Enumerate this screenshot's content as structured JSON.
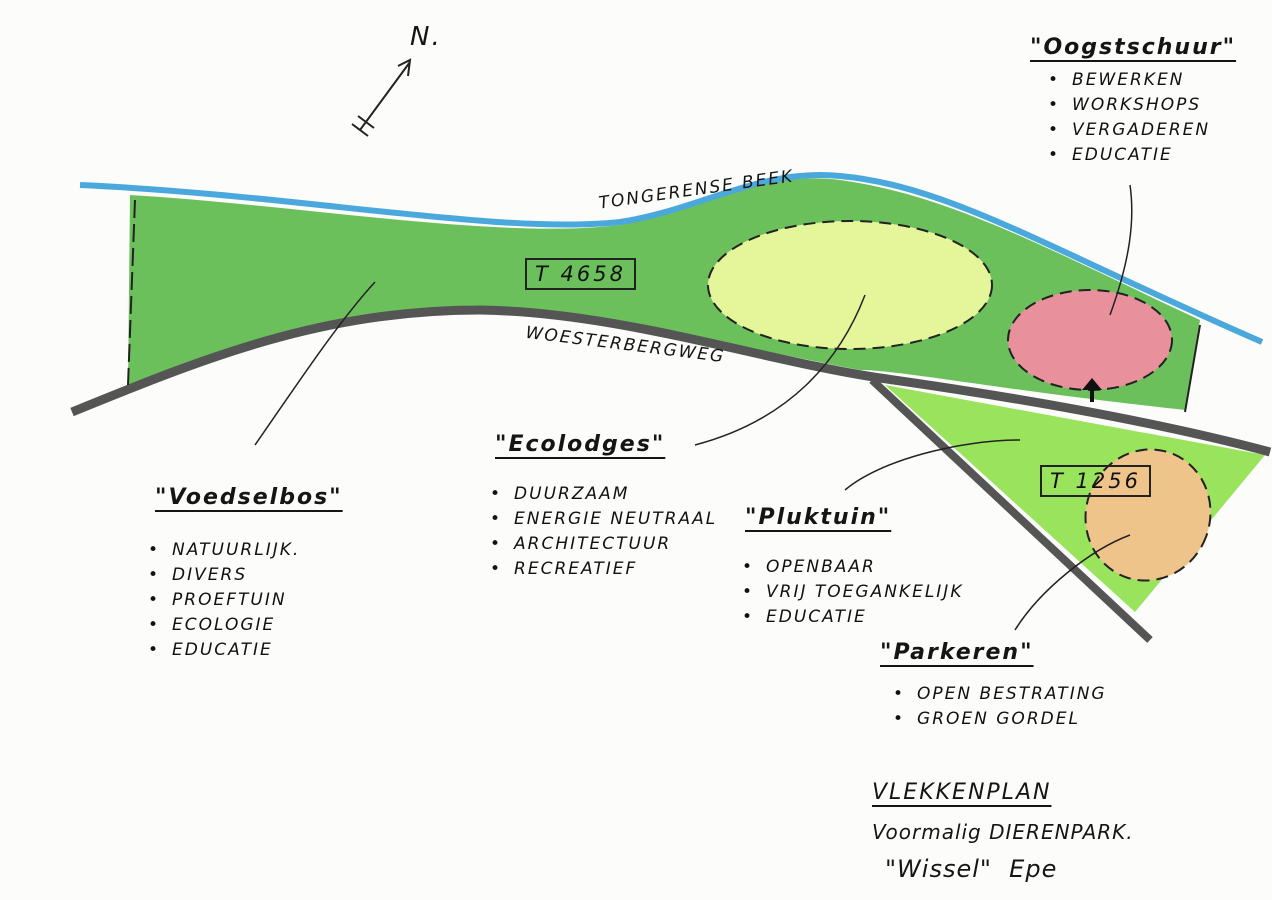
{
  "north": "N.",
  "water": "TONGERENSE BEEK",
  "road": "WOESTERBERGWEG",
  "parcels": [
    "T 4658",
    "T 1256"
  ],
  "zones": [
    {
      "title": "\"Oogstschuur\"",
      "items": [
        "BEWERKEN",
        "WORKSHOPS",
        "VERGADEREN",
        "EDUCATIE"
      ]
    },
    {
      "title": "\"Voedselbos\"",
      "items": [
        "NATUURLIJK.",
        "DIVERS",
        "PROEFTUIN",
        "ECOLOGIE",
        "EDUCATIE"
      ]
    },
    {
      "title": "\"Ecolodges\"",
      "items": [
        "DUURZAAM",
        "ENERGIE NEUTRAAL",
        "ARCHITECTUUR",
        "RECREATIEF"
      ]
    },
    {
      "title": "\"Pluktuin\"",
      "items": [
        "OPENBAAR",
        "VRIJ TOEGANKELIJK",
        "EDUCATIE"
      ]
    },
    {
      "title": "\"Parkeren\"",
      "items": [
        "OPEN BESTRATING",
        "GROEN GORDEL"
      ]
    }
  ],
  "caption": {
    "title": "VLEKKENPLAN",
    "line1": "Voormalig DIERENPARK.",
    "line2": "\"Wissel\"  Epe"
  },
  "colors": {
    "green": "#5cb94a",
    "light_green": "#8fe04a",
    "yellow": "#e4f59a",
    "pink": "#e8909c",
    "orange": "#efc48a",
    "water": "#4aa8dd",
    "road": "#555555"
  }
}
